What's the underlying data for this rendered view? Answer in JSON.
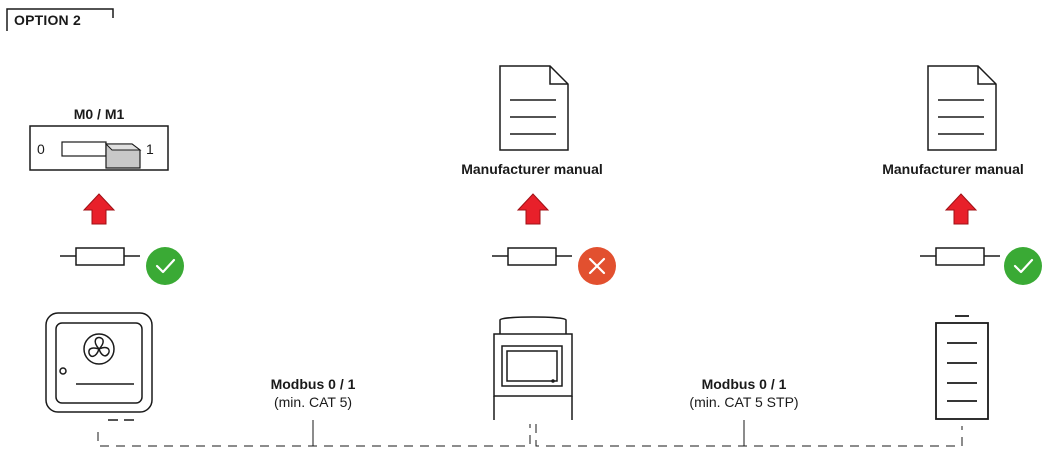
{
  "header": {
    "option_label": "OPTION 2"
  },
  "switch": {
    "title": "M0 / M1",
    "left_value": "0",
    "right_value": "1"
  },
  "devices": [
    {
      "name": "inverter",
      "status": "ok"
    },
    {
      "name": "meter",
      "status": "error",
      "label": "Manufacturer manual"
    },
    {
      "name": "battery",
      "status": "ok",
      "label": "Manufacturer manual"
    }
  ],
  "links": [
    {
      "title": "Modbus 0 / 1",
      "subtitle": "(min. CAT 5)"
    },
    {
      "title": "Modbus 0 / 1",
      "subtitle": "(min. CAT 5 STP)"
    }
  ],
  "colors": {
    "arrow": "#e8202a",
    "ok": "#3aaa35",
    "error": "#e2502f",
    "line": "#1a1a1a",
    "switch_knob": "#c8c8c8"
  }
}
